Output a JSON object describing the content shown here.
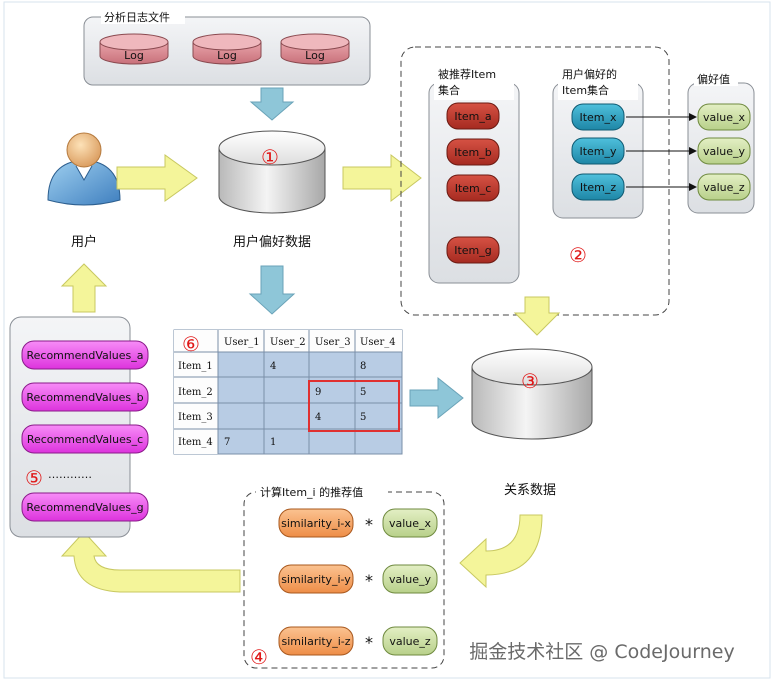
{
  "log_box": {
    "title": "分析日志文件",
    "logs": [
      "Log",
      "Log",
      "Log"
    ]
  },
  "central_db": {
    "number": "①",
    "label": "用户偏好数据"
  },
  "user": {
    "label": "用户"
  },
  "recommended_set": {
    "title_line1": "被推荐Item",
    "title_line2": "集合",
    "items": [
      "Item_a",
      "Item_b",
      "Item_c",
      "Item_g"
    ]
  },
  "preferred_set": {
    "title_line1": "用户偏好的",
    "title_line2": "Item集合",
    "items": [
      "Item_x",
      "Item_y",
      "Item_z"
    ]
  },
  "preference_values": {
    "title": "偏好值",
    "values": [
      "value_x",
      "value_y",
      "value_z"
    ]
  },
  "section2_number": "②",
  "relation_db": {
    "number": "③",
    "label": "关系数据"
  },
  "matrix": {
    "number": "⑥",
    "headers": [
      "",
      "User_1",
      "User_2",
      "User_3",
      "User_4"
    ],
    "rows": [
      [
        "Item_1",
        "",
        "4",
        "",
        "8"
      ],
      [
        "Item_2",
        "",
        "",
        "9",
        "5"
      ],
      [
        "Item_3",
        "",
        "",
        "4",
        "5"
      ],
      [
        "Item_4",
        "7",
        "1",
        "",
        ""
      ]
    ]
  },
  "calc_box": {
    "title": "计算Item_i 的推荐值",
    "number": "④",
    "rows": [
      {
        "similarity": "similarity_i-x",
        "op": "*",
        "value": "value_x"
      },
      {
        "similarity": "similarity_i-y",
        "op": "*",
        "value": "value_y"
      },
      {
        "similarity": "similarity_i-z",
        "op": "*",
        "value": "value_z"
      }
    ]
  },
  "recommend_panel": {
    "number": "⑤",
    "ellipsis": "…………",
    "items": [
      "RecommendValues_a",
      "RecommendValues_b",
      "RecommendValues_c",
      "RecommendValues_g"
    ]
  },
  "watermark": "掘金技术社区 @ CodeJourney",
  "colors": {
    "log_fill": "#d98a92",
    "red_item": "#c0392b",
    "blue_item": "#2a9fc0",
    "green_value": "#cfe0a8",
    "orange_sim": "#f5a869",
    "magenta_rec": "#ee44ee",
    "yellow_arrow": "#f4f59a",
    "blue_arrow": "#8ec6d8",
    "matrix_cell": "#b8cce4",
    "highlight": "#e03030"
  }
}
